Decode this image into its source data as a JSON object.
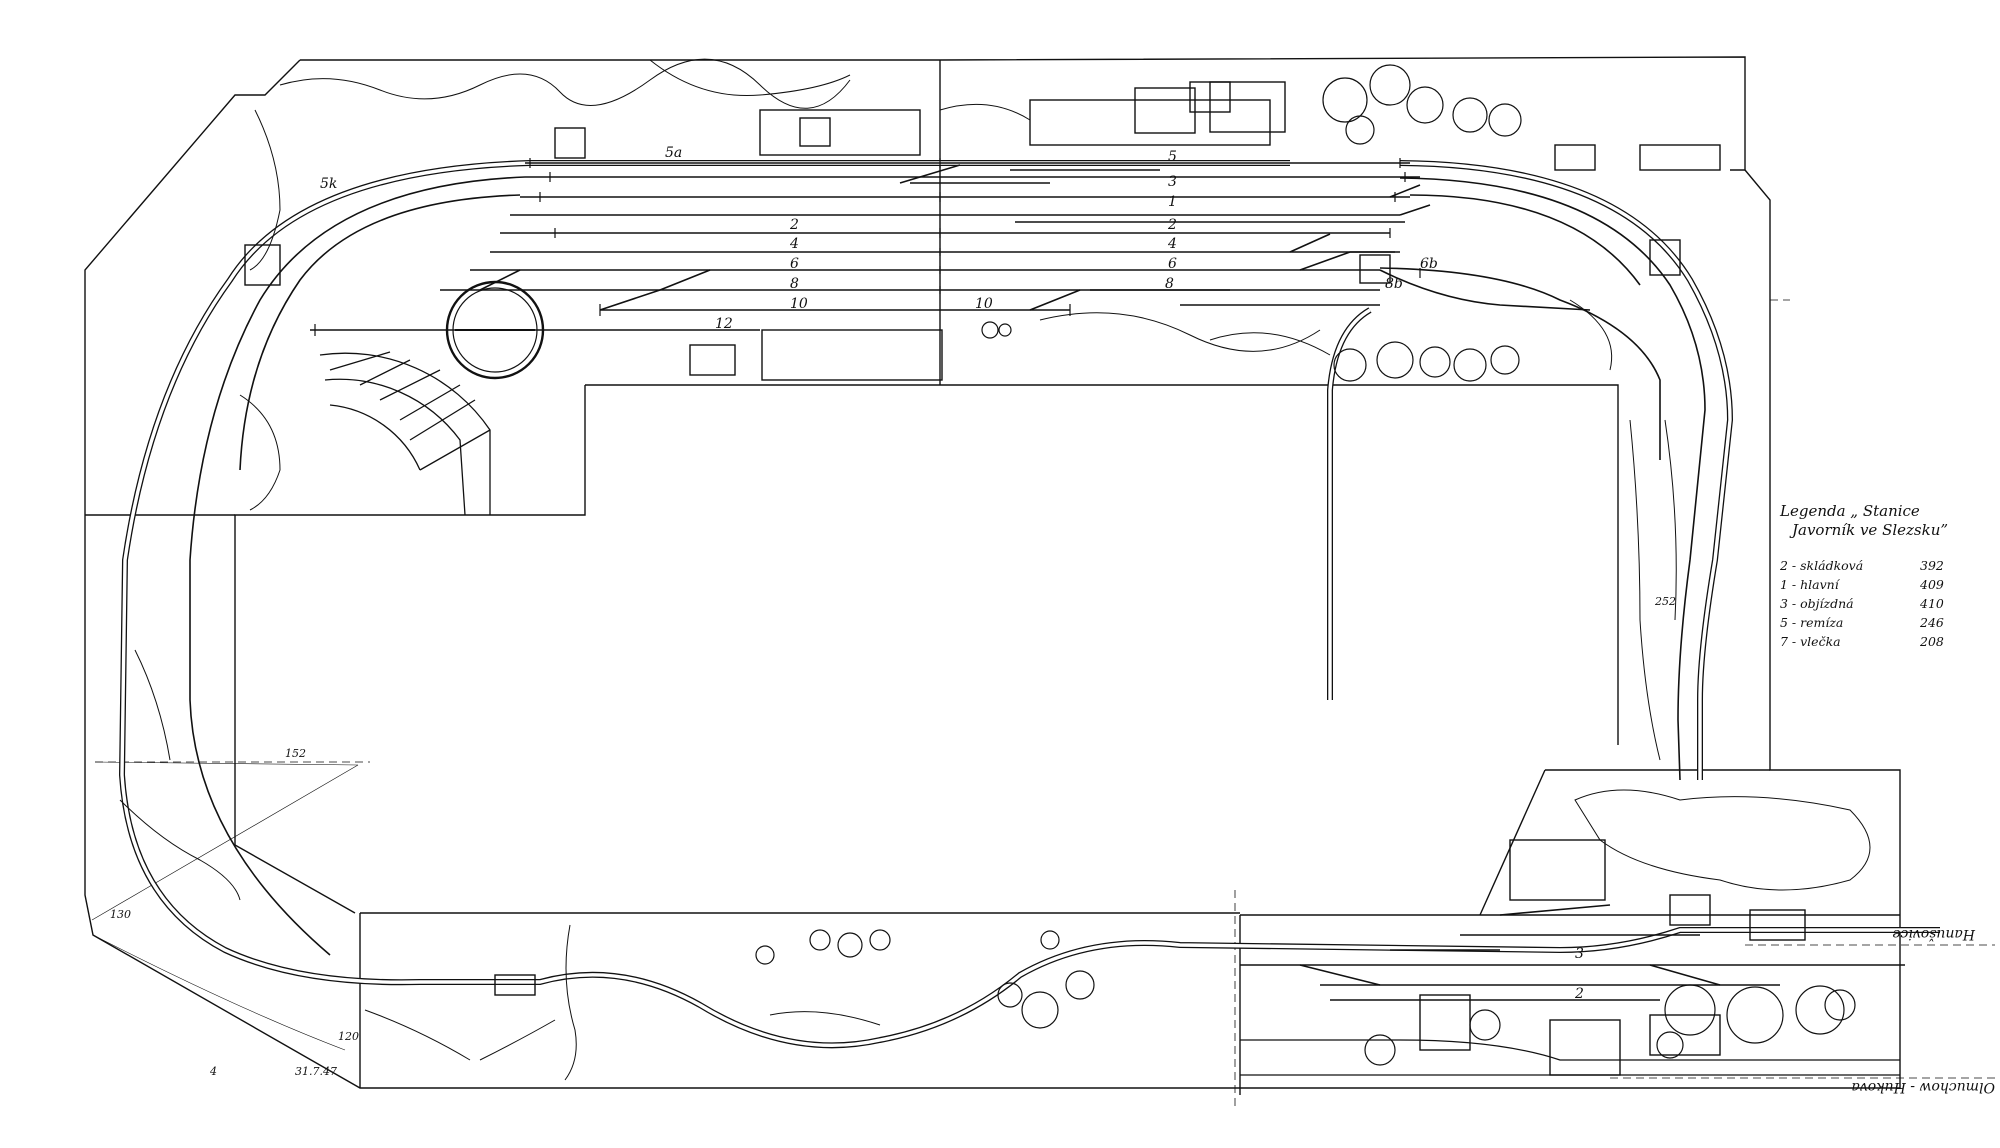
{
  "legend": {
    "title": "Legenda „ Stanice",
    "subtitle": "Javorník ve Slezsku”",
    "entries": [
      {
        "track": "2 - skládková",
        "length": "392"
      },
      {
        "track": "1 - hlavní",
        "length": "409"
      },
      {
        "track": "3 - objízdná",
        "length": "410"
      },
      {
        "track": "5 - remíza",
        "length": "246"
      },
      {
        "track": "7 - vlečka",
        "length": "208"
      }
    ]
  },
  "track_labels": {
    "t5a": "5a",
    "t5k": "5k",
    "t5": "5",
    "t3": "3",
    "t1": "1",
    "t2a": "2",
    "t2b": "2",
    "t4a": "4",
    "t4b": "4",
    "t6a": "6",
    "t6b": "6",
    "t6bb": "6b",
    "t8a": "8",
    "t8b": "8",
    "t8bb": "8b",
    "t10a": "10",
    "t10b": "10",
    "t12": "12",
    "t3s": "3",
    "t2s": "2"
  },
  "place_names": {
    "right_top": "Hanušovice",
    "right_bottom": "Olmuchow - Hukova"
  },
  "dimensions": {
    "d152": "152",
    "d130": "130",
    "d120": "120",
    "d252": "252",
    "d4": "4",
    "date": "31.7.47"
  }
}
